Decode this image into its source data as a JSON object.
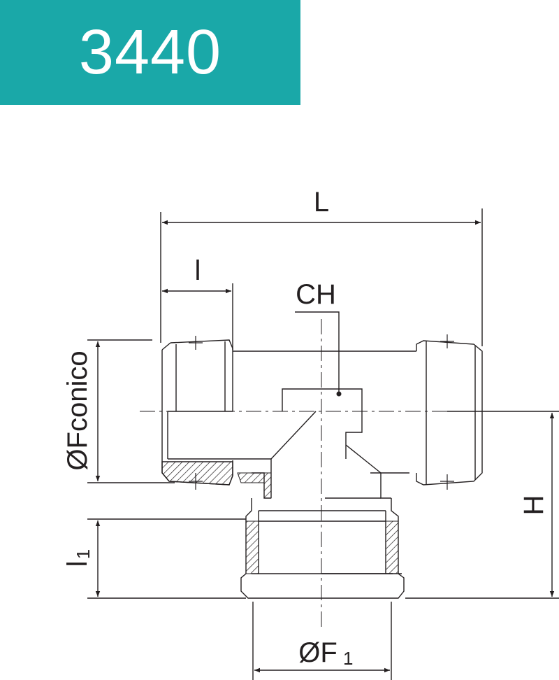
{
  "header": {
    "code": "3440",
    "color": "#1aa8a8"
  },
  "drawing": {
    "line_color": "#231f20",
    "labels": {
      "length": "L",
      "thread_length": "l",
      "wrench_size": "CH",
      "cone_diameter": "ØFconico",
      "height": "H",
      "branch_thread_length": "l",
      "branch_thread_length_sub": "1",
      "branch_diameter": "ØF",
      "branch_diameter_sub": "1"
    }
  }
}
